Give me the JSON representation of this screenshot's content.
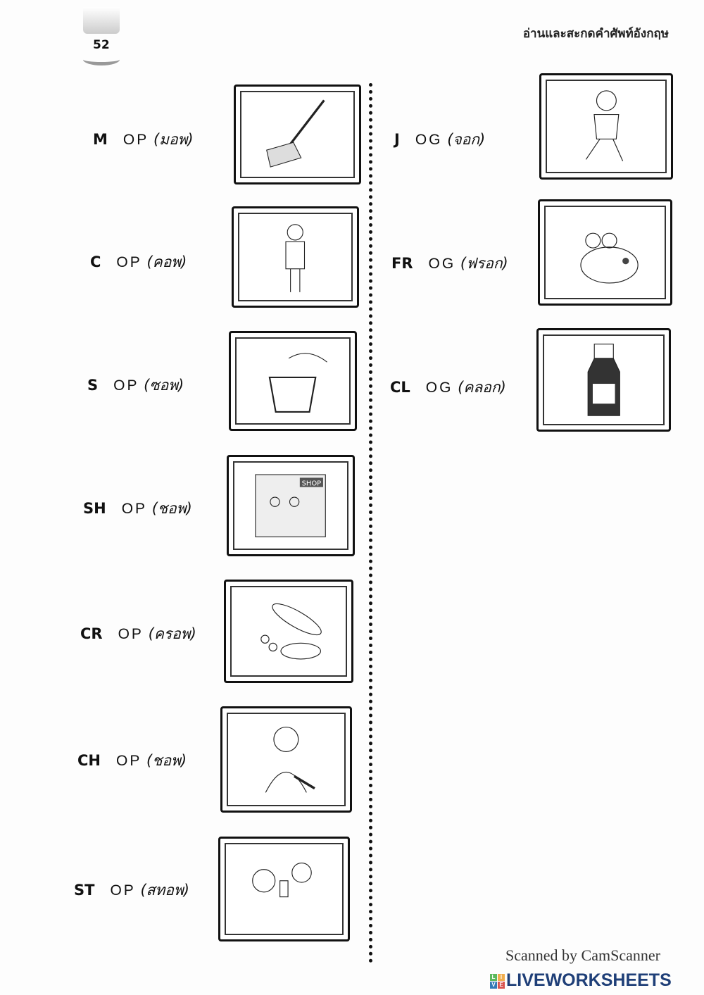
{
  "page_number": "52",
  "header_title": "อ่านและสะกดคำศัพท์อังกฤษ",
  "left_items": [
    {
      "onset": "M",
      "rime": "OP",
      "thai": "(มอพ)",
      "picture": "mop"
    },
    {
      "onset": "C",
      "rime": "OP",
      "thai": "(คอพ)",
      "picture": "cop"
    },
    {
      "onset": "S",
      "rime": "OP",
      "thai": "(ซอพ)",
      "picture": "sop"
    },
    {
      "onset": "SH",
      "rime": "OP",
      "thai": "(ชอพ)",
      "picture": "shop"
    },
    {
      "onset": "CR",
      "rime": "OP",
      "thai": "(ครอพ)",
      "picture": "crop"
    },
    {
      "onset": "CH",
      "rime": "OP",
      "thai": "(ชอพ)",
      "picture": "chop"
    },
    {
      "onset": "ST",
      "rime": "OP",
      "thai": "(สทอพ)",
      "picture": "stop"
    }
  ],
  "right_items": [
    {
      "onset": "J",
      "rime": "OG",
      "thai": "(จอก)",
      "picture": "jog"
    },
    {
      "onset": "FR",
      "rime": "OG",
      "thai": "(ฟรอก)",
      "picture": "frog"
    },
    {
      "onset": "CL",
      "rime": "OG",
      "thai": "(คลอก)",
      "picture": "clog"
    }
  ],
  "shop_sign": "SHOP",
  "watermark": "Scanned by CamScanner",
  "brand": "LIVEWORKSHEETS",
  "brand_logo_letters": [
    "L",
    "I",
    "V",
    "E"
  ],
  "brand_color": "#1f3f78"
}
